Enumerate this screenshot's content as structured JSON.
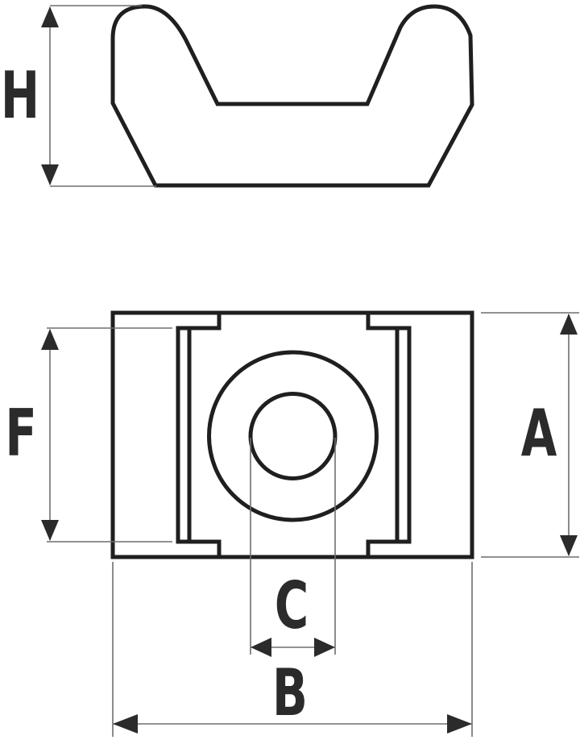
{
  "colors": {
    "background": "#ffffff",
    "outline": "#1f1f1f",
    "dimension_line": "#6e6e6e",
    "arrowhead": "#2b2b2b",
    "label_text": "#2b2b2b"
  },
  "dimensions": {
    "H": {
      "label": "H"
    },
    "F": {
      "label": "F"
    },
    "A": {
      "label": "A"
    },
    "C": {
      "label": "C"
    },
    "B": {
      "label": "B"
    }
  }
}
